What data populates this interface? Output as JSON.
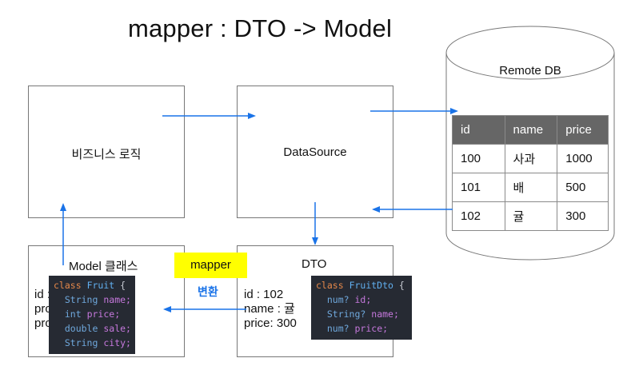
{
  "title": "mapper : DTO -> Model",
  "business_logic": {
    "label": "비즈니스 로직"
  },
  "datasource": {
    "label": "DataSource"
  },
  "remote_db": {
    "label": "Remote DB",
    "columns": [
      "id",
      "name",
      "price"
    ],
    "rows": [
      [
        "100",
        "사과",
        "1000"
      ],
      [
        "101",
        "배",
        "500"
      ],
      [
        "102",
        "귤",
        "300"
      ]
    ]
  },
  "dto": {
    "label": "DTO",
    "fields": [
      "id : 102",
      "name : 귤",
      "price:  300"
    ],
    "code": {
      "keyword": "class",
      "class_name": "FruitDto",
      "open": "{",
      "lines": [
        {
          "type": "num?",
          "name": "id;"
        },
        {
          "type": "String?",
          "name": "name;"
        },
        {
          "type": "num?",
          "name": "price;"
        }
      ]
    }
  },
  "model": {
    "label": "Model 클래스",
    "fields": [
      "id :",
      "pro",
      "pro"
    ],
    "code": {
      "keyword": "class",
      "class_name": "Fruit",
      "open": "{",
      "lines": [
        {
          "type": "String",
          "name": "name;"
        },
        {
          "type": "int",
          "name": "price;"
        },
        {
          "type": "double",
          "name": "sale;"
        },
        {
          "type": "String",
          "name": "city;"
        }
      ]
    }
  },
  "mapper": {
    "label": "mapper",
    "convert_label": "변환"
  },
  "colors": {
    "arrow": "#1a73e8",
    "mapper_bg": "#ffff00",
    "table_header": "#666666",
    "code_bg": "#262a33"
  }
}
